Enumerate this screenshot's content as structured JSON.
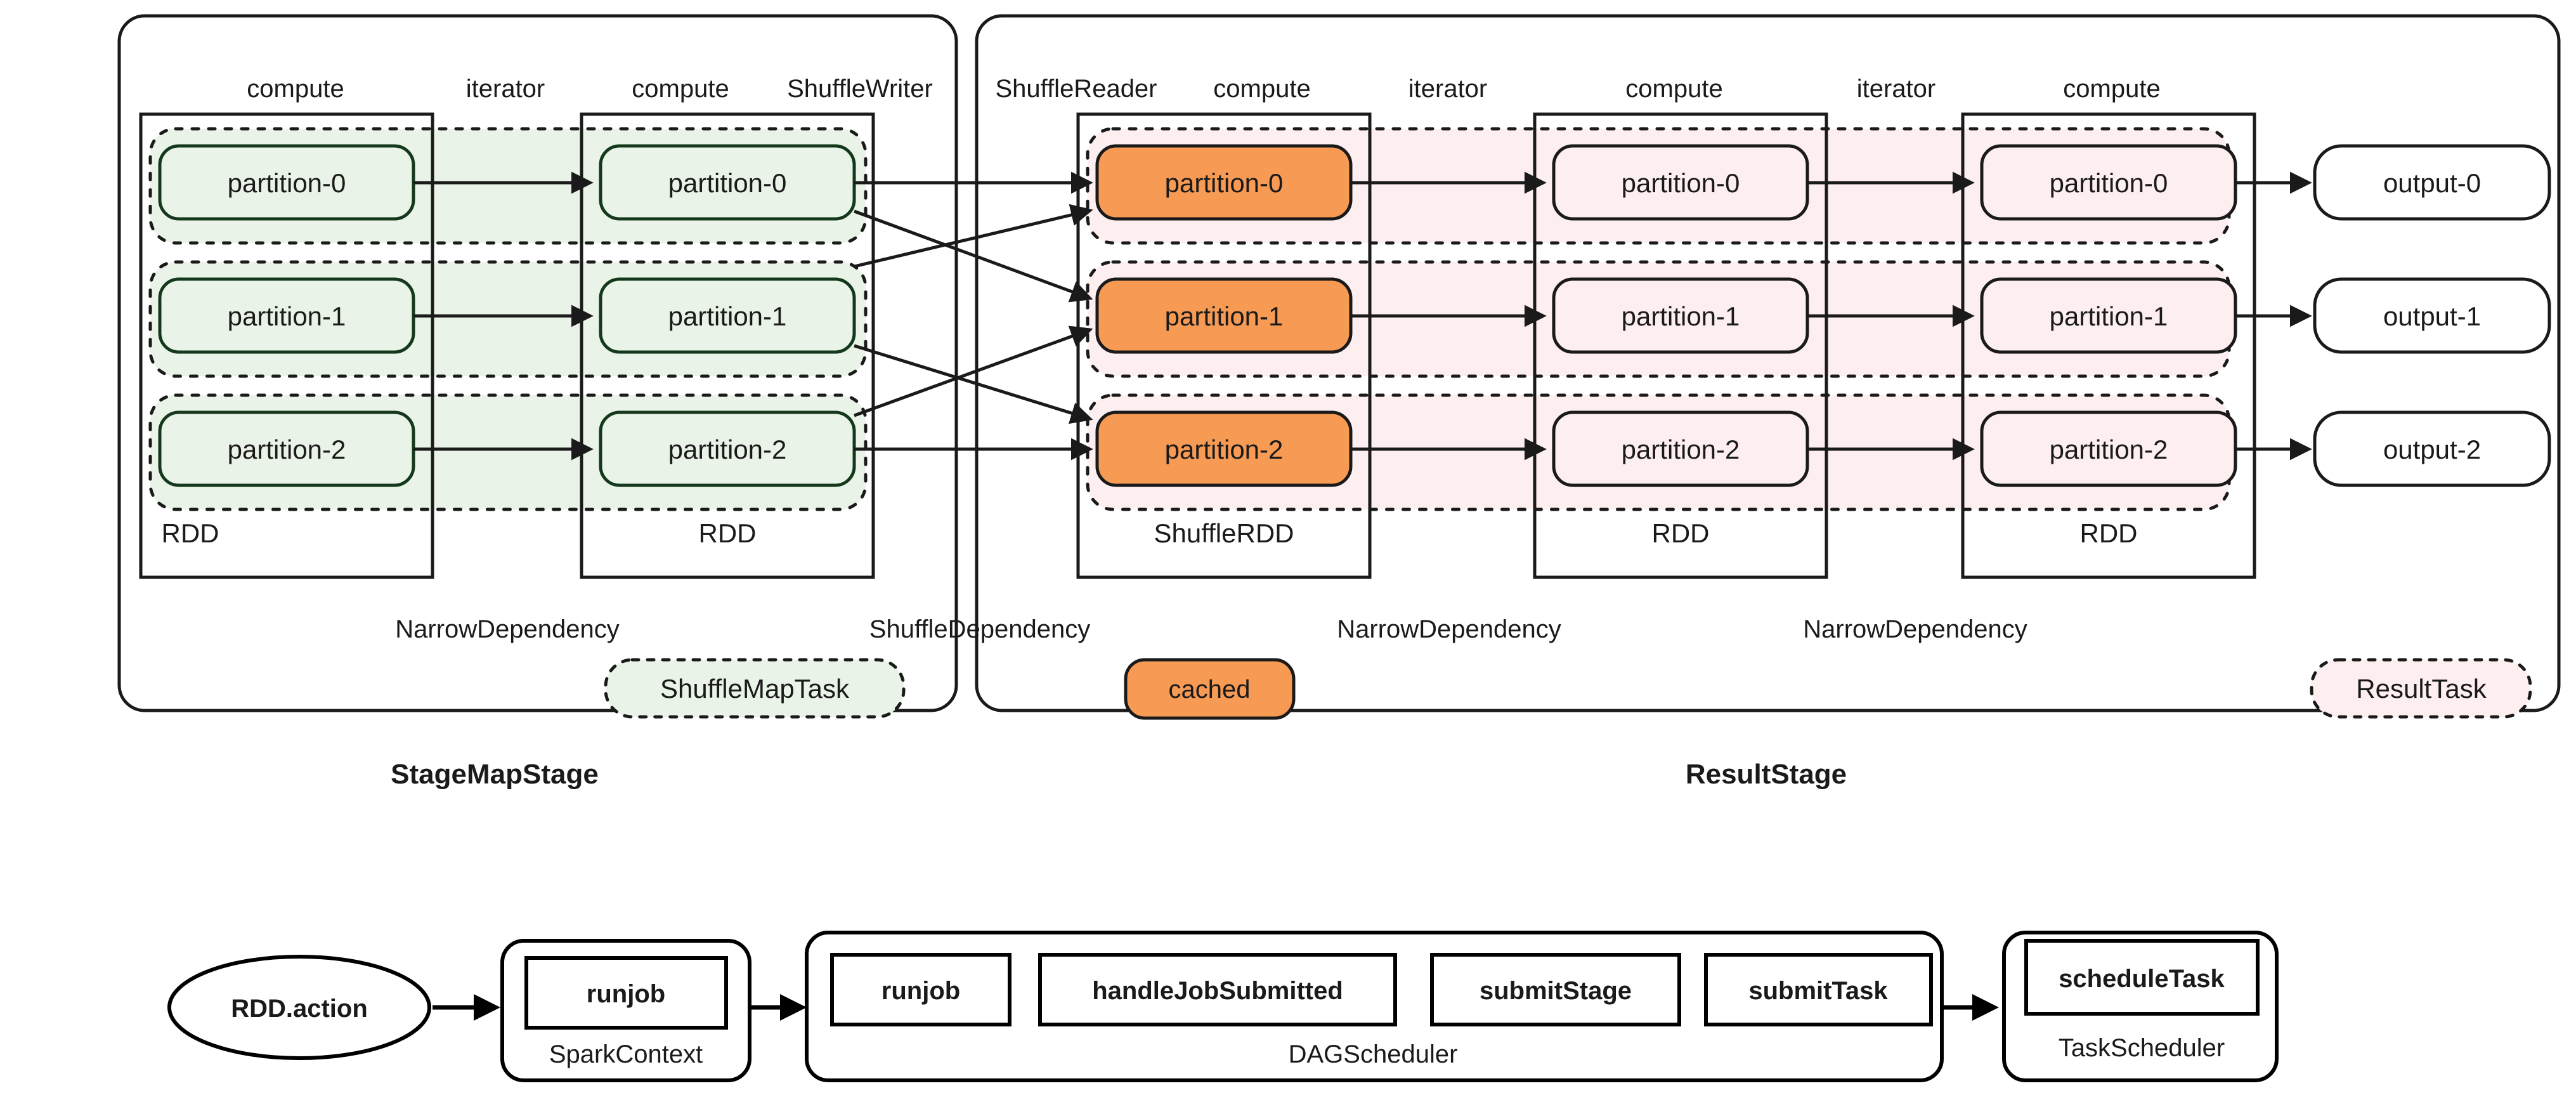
{
  "diagram": {
    "title": "Spark Stage Execution And Scheduling Flow",
    "colors": {
      "green_lane": "#eaf3e7",
      "pink_lane": "#fdeef0",
      "cached_orange": "#f79a54",
      "stroke": "#1a1a1a",
      "white": "#ffffff"
    }
  },
  "map_stage": {
    "stage_label": "StageMapStage",
    "column_labels": [
      {
        "text": "compute"
      },
      {
        "text": "iterator"
      },
      {
        "text": "compute"
      },
      {
        "text": "ShuffleWriter"
      }
    ],
    "rdd1": {
      "caption": "RDD",
      "partitions": [
        {
          "label": "partition-0"
        },
        {
          "label": "partition-1"
        },
        {
          "label": "partition-2"
        }
      ]
    },
    "rdd2": {
      "caption": "RDD",
      "partitions": [
        {
          "label": "partition-0"
        },
        {
          "label": "partition-1"
        },
        {
          "label": "partition-2"
        }
      ]
    },
    "dependency_labels": [
      {
        "text": "NarrowDependency"
      },
      {
        "text": "ShuffleDependency"
      }
    ],
    "task_badge": "ShuffleMapTask"
  },
  "result_stage": {
    "stage_label": "ResultStage",
    "column_labels": [
      {
        "text": "ShuffleReader"
      },
      {
        "text": "compute"
      },
      {
        "text": "iterator"
      },
      {
        "text": "compute"
      },
      {
        "text": "iterator"
      },
      {
        "text": "compute"
      }
    ],
    "shuffle_rdd": {
      "caption": "ShuffleRDD",
      "partitions": [
        {
          "label": "partition-0"
        },
        {
          "label": "partition-1"
        },
        {
          "label": "partition-2"
        }
      ]
    },
    "rdd1": {
      "caption": "RDD",
      "partitions": [
        {
          "label": "partition-0"
        },
        {
          "label": "partition-1"
        },
        {
          "label": "partition-2"
        }
      ]
    },
    "rdd2": {
      "caption": "RDD",
      "partitions": [
        {
          "label": "partition-0"
        },
        {
          "label": "partition-1"
        },
        {
          "label": "partition-2"
        }
      ]
    },
    "outputs": [
      {
        "label": "output-0"
      },
      {
        "label": "output-1"
      },
      {
        "label": "output-2"
      }
    ],
    "dependency_labels": [
      {
        "text": "NarrowDependency"
      },
      {
        "text": "NarrowDependency"
      }
    ],
    "cached_badge": "cached",
    "task_badge": "ResultTask"
  },
  "scheduler_flow": {
    "action": "RDD.action",
    "spark_context": {
      "container_label": "SparkContext",
      "methods": [
        {
          "label": "runjob"
        }
      ]
    },
    "dag_scheduler": {
      "container_label": "DAGScheduler",
      "methods": [
        {
          "label": "runjob"
        },
        {
          "label": "handleJobSubmitted"
        },
        {
          "label": "submitStage"
        },
        {
          "label": "submitTask"
        }
      ]
    },
    "task_scheduler": {
      "container_label": "TaskScheduler",
      "methods": [
        {
          "label": "scheduleTask"
        }
      ]
    }
  }
}
